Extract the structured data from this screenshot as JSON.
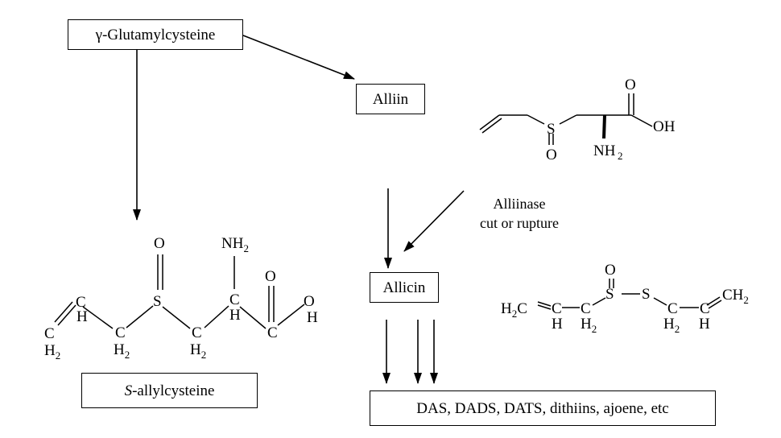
{
  "nodes": {
    "glutamylcysteine": "γ-Glutamylcysteine",
    "alliin": "Alliin",
    "allicin": "Allicin",
    "s_allylcysteine_prefix": "S",
    "s_allylcysteine_rest": "-allylcysteine",
    "products": "DAS, DADS, DATS, dithiins, ajoene, etc"
  },
  "enzyme": {
    "line1": "Alliinase",
    "line2": "cut or rupture"
  },
  "structures": {
    "alliin": {
      "S": "S",
      "O": "O",
      "O_top": "O",
      "OH": "OH",
      "NH": "NH",
      "sub2": "2"
    },
    "allicin": {
      "H2C": "H",
      "sub2": "2",
      "C": "C",
      "H": "H",
      "S": "S",
      "O": "O",
      "CH": "CH"
    },
    "sac": {
      "O": "O",
      "S": "S",
      "NH": "NH",
      "sub2": "2",
      "C": "C",
      "H": "H"
    }
  }
}
